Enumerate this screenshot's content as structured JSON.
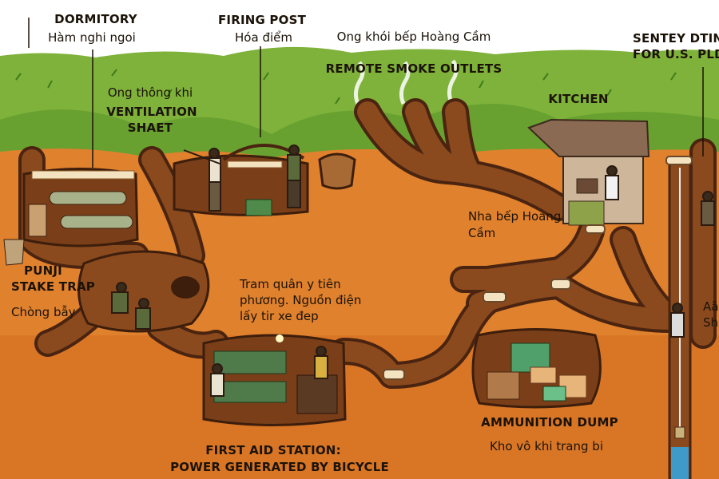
{
  "labels": {
    "dormitory_en": "DORMITORY",
    "dormitory_vi": "Hàm nghi ngoi",
    "firing_post_en": "FIRING POST",
    "firing_post_vi": "Hóa điểm",
    "smoke_vi": "Ong khói bếp Hoàng Cầm",
    "smoke_en": "REMOTE SMOKE OUTLETS",
    "sentry_en_1": "SENTEY DTING",
    "sentry_en_2": "FOR U.S. PLDC",
    "ventilation_vi": "Ong thông khi",
    "ventilation_en_1": "VENTILATION",
    "ventilation_en_2": "SHAET",
    "kitchen_en": "KITCHEN",
    "kitchen_vi_1": "Nha bếp Hoang",
    "kitchen_vi_2": "Cầm",
    "punji_en_1": "PUNJI",
    "punji_en_2": "STAKE TRAP",
    "punji_vi": "Chòng bẫy",
    "aid_vi_1": "Tram quân y tiên",
    "aid_vi_2": "phương. Nguồn điện",
    "aid_vi_3": "lấy tir xe đep",
    "aid_en_1": "FIRST AID STATION:",
    "aid_en_2": "POWER GENERATED BY BICYCLE",
    "ammo_en": "AMMUNITION DUMP",
    "ammo_vi": "Kho vô khi trang bi",
    "edge_1": "Aã",
    "edge_2": "Sh"
  },
  "colors": {
    "sky": "#ffffff",
    "grass": "#7fb23a",
    "grass_dark": "#4f8a26",
    "soil": "#e0812e",
    "soil_dark": "#c86a1e",
    "tunnel": "#8a4a1e",
    "tunnel_edge": "#4a2410",
    "room_wall": "#d8c8a8",
    "text": "#1b1208"
  }
}
